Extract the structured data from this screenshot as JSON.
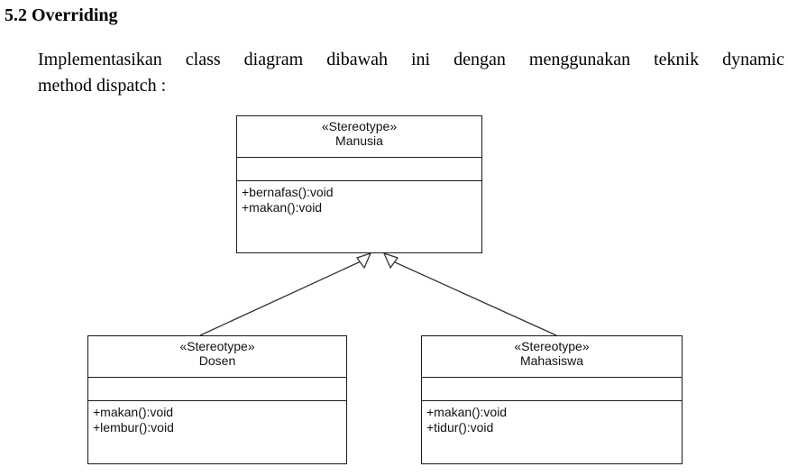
{
  "section": {
    "heading": "5.2 Overriding",
    "paragraph_line1": "Implementasikan class diagram dibawah ini dengan menggunakan teknik dynamic",
    "paragraph_line2": "method dispatch :"
  },
  "diagram": {
    "parent": {
      "stereotype": "«Stereotype»",
      "name": "Manusia",
      "operations": [
        "+bernafas():void",
        "+makan():void"
      ]
    },
    "children": [
      {
        "stereotype": "«Stereotype»",
        "name": "Dosen",
        "operations": [
          "+makan():void",
          "+lembur():void"
        ]
      },
      {
        "stereotype": "«Stereotype»",
        "name": "Mahasiswa",
        "operations": [
          "+makan():void",
          "+tidur():void"
        ]
      }
    ],
    "relationship": "generalization"
  }
}
